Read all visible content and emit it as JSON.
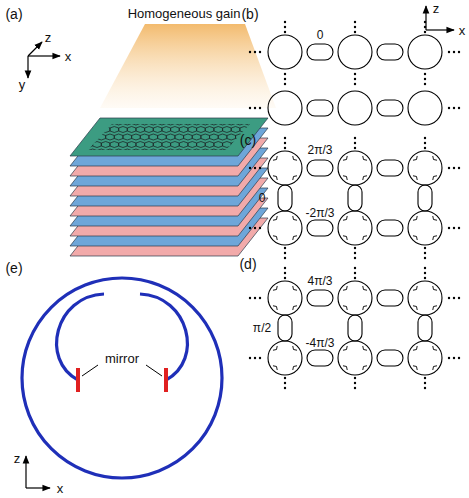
{
  "diagram": {
    "labels": [
      "(a)",
      "z",
      "x",
      "y",
      "Homogeneous gain",
      "(b)",
      "z",
      "x",
      "0",
      "(c)",
      "2π/3",
      "0",
      "-2π/3",
      "(d)",
      "4π/3",
      "π/2",
      "-4π/3",
      "(e)",
      "mirror",
      "z",
      "x"
    ]
  }
}
